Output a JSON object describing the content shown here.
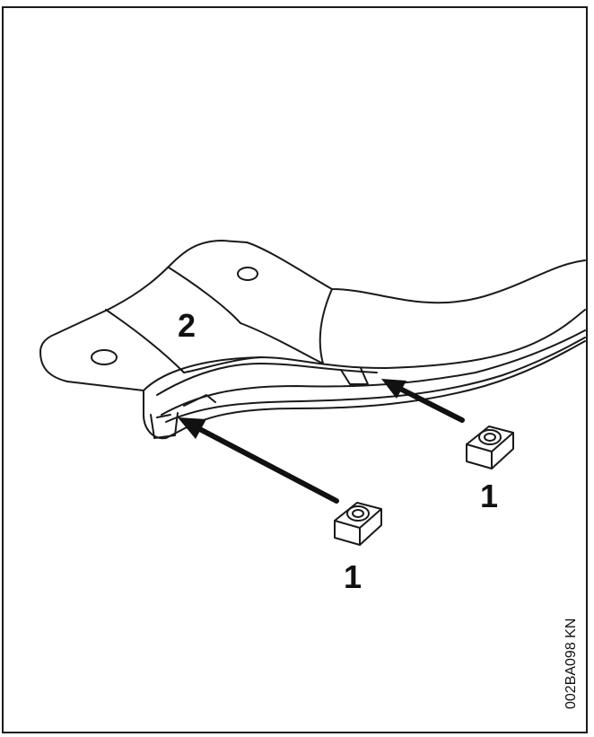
{
  "figure": {
    "callouts": {
      "part_2": "2",
      "part_1_right": "1",
      "part_1_left": "1"
    },
    "figure_code": "002BA098 KN"
  }
}
